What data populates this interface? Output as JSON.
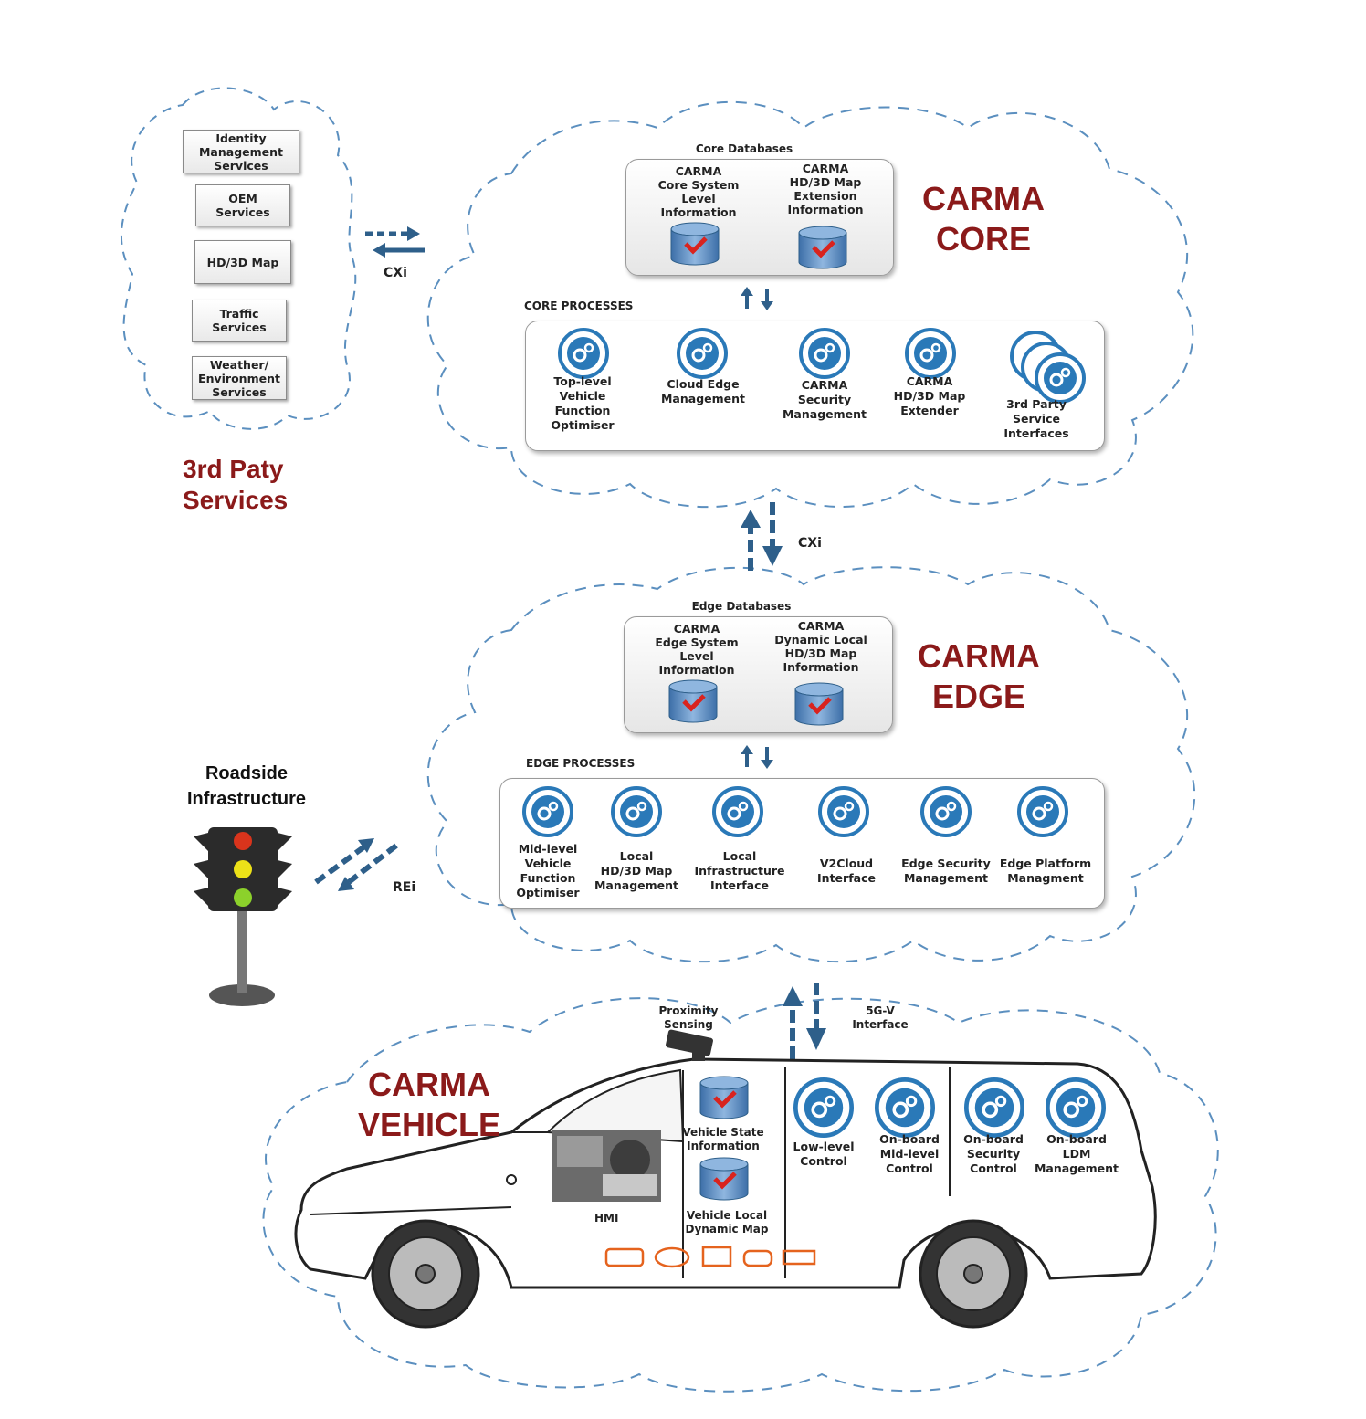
{
  "third_party": {
    "title_line1": "3rd Paty",
    "title_line2": "Services",
    "services": [
      {
        "l1": "Identity",
        "l2": "Management",
        "l3": "Services"
      },
      {
        "l1": "OEM",
        "l2": "Services",
        "l3": ""
      },
      {
        "l1": "HD/3D Map",
        "l2": "",
        "l3": ""
      },
      {
        "l1": "Traffic",
        "l2": "Services",
        "l3": ""
      },
      {
        "l1": "Weather/",
        "l2": "Environment",
        "l3": "Services"
      }
    ]
  },
  "interfaces": {
    "cxi_top": "CXi",
    "cxi_mid": "CXi",
    "rei": "REi",
    "fiveg_l1": "5G-V",
    "fiveg_l2": "Interface"
  },
  "core": {
    "title_l1": "CARMA",
    "title_l2": "CORE",
    "db_heading": "Core Databases",
    "db1": {
      "l1": "CARMA",
      "l2": "Core System",
      "l3": "Level",
      "l4": "Information"
    },
    "db2": {
      "l1": "CARMA",
      "l2": "HD/3D Map",
      "l3": "Extension",
      "l4": "Information"
    },
    "proc_heading": "CORE PROCESSES",
    "procs": [
      {
        "l1": "Top-level",
        "l2": "Vehicle",
        "l3": "Function",
        "l4": "Optimiser"
      },
      {
        "l1": "Cloud Edge",
        "l2": "Management",
        "l3": "",
        "l4": ""
      },
      {
        "l1": "CARMA",
        "l2": "Security",
        "l3": "Management",
        "l4": ""
      },
      {
        "l1": "CARMA",
        "l2": "HD/3D Map",
        "l3": "Extender",
        "l4": ""
      },
      {
        "l1": "3rd Party",
        "l2": "Service",
        "l3": "Interfaces",
        "l4": ""
      }
    ]
  },
  "edge": {
    "title_l1": "CARMA",
    "title_l2": "EDGE",
    "db_heading": "Edge Databases",
    "db1": {
      "l1": "CARMA",
      "l2": "Edge System",
      "l3": "Level",
      "l4": "Information"
    },
    "db2": {
      "l1": "CARMA",
      "l2": "Dynamic Local",
      "l3": "HD/3D Map",
      "l4": "Information"
    },
    "proc_heading": "EDGE PROCESSES",
    "procs": [
      {
        "l1": "Mid-level",
        "l2": "Vehicle",
        "l3": "Function",
        "l4": "Optimiser"
      },
      {
        "l1": "Local",
        "l2": "HD/3D Map",
        "l3": "Management",
        "l4": ""
      },
      {
        "l1": "Local",
        "l2": "Infrastructure",
        "l3": "Interface",
        "l4": ""
      },
      {
        "l1": "V2Cloud",
        "l2": "Interface",
        "l3": "",
        "l4": ""
      },
      {
        "l1": "Edge Security",
        "l2": "Management",
        "l3": "",
        "l4": ""
      },
      {
        "l1": "Edge Platform",
        "l2": "Managment",
        "l3": "",
        "l4": ""
      }
    ]
  },
  "roadside": {
    "l1": "Roadside",
    "l2": "Infrastructure"
  },
  "vehicle": {
    "title_l1": "CARMA",
    "title_l2": "VEHICLE",
    "proximity_l1": "Proximity",
    "proximity_l2": "Sensing",
    "state_l1": "Vehicle State",
    "state_l2": "Information",
    "ldm_l1": "Vehicle Local",
    "ldm_l2": "Dynamic Map",
    "hmi": "HMI",
    "procs": [
      {
        "l1": "Low-level",
        "l2": "Control",
        "l3": ""
      },
      {
        "l1": "On-board",
        "l2": "Mid-level",
        "l3": "Control"
      },
      {
        "l1": "On-board",
        "l2": "Security",
        "l3": "Control"
      },
      {
        "l1": "On-board",
        "l2": "LDM",
        "l3": "Management"
      }
    ]
  },
  "colors": {
    "accent": "#8b1a1a",
    "cloud": "#5b8fbf",
    "arrow": "#2e5f8a",
    "gear": "#2a79b8"
  }
}
